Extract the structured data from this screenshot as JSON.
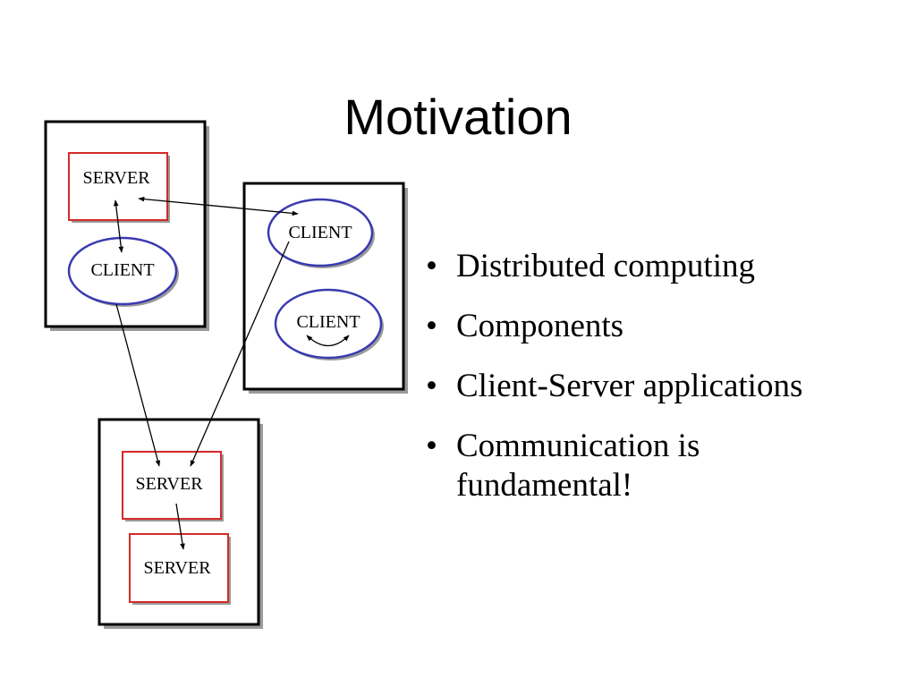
{
  "slide": {
    "title": "Motivation"
  },
  "diagram": {
    "labels": {
      "server": "SERVER",
      "client": "CLIENT"
    },
    "colors": {
      "server_border": "#d42a2a",
      "client_border": "#3a3ab0",
      "box_border": "#000000",
      "shadow": "#9a9a9a"
    }
  },
  "bullets": {
    "b1": "Distributed computing",
    "b2": "Components",
    "b3": "Client-Server applications",
    "b4_line1": "Communication is",
    "b4_line2": "fundamental!"
  }
}
